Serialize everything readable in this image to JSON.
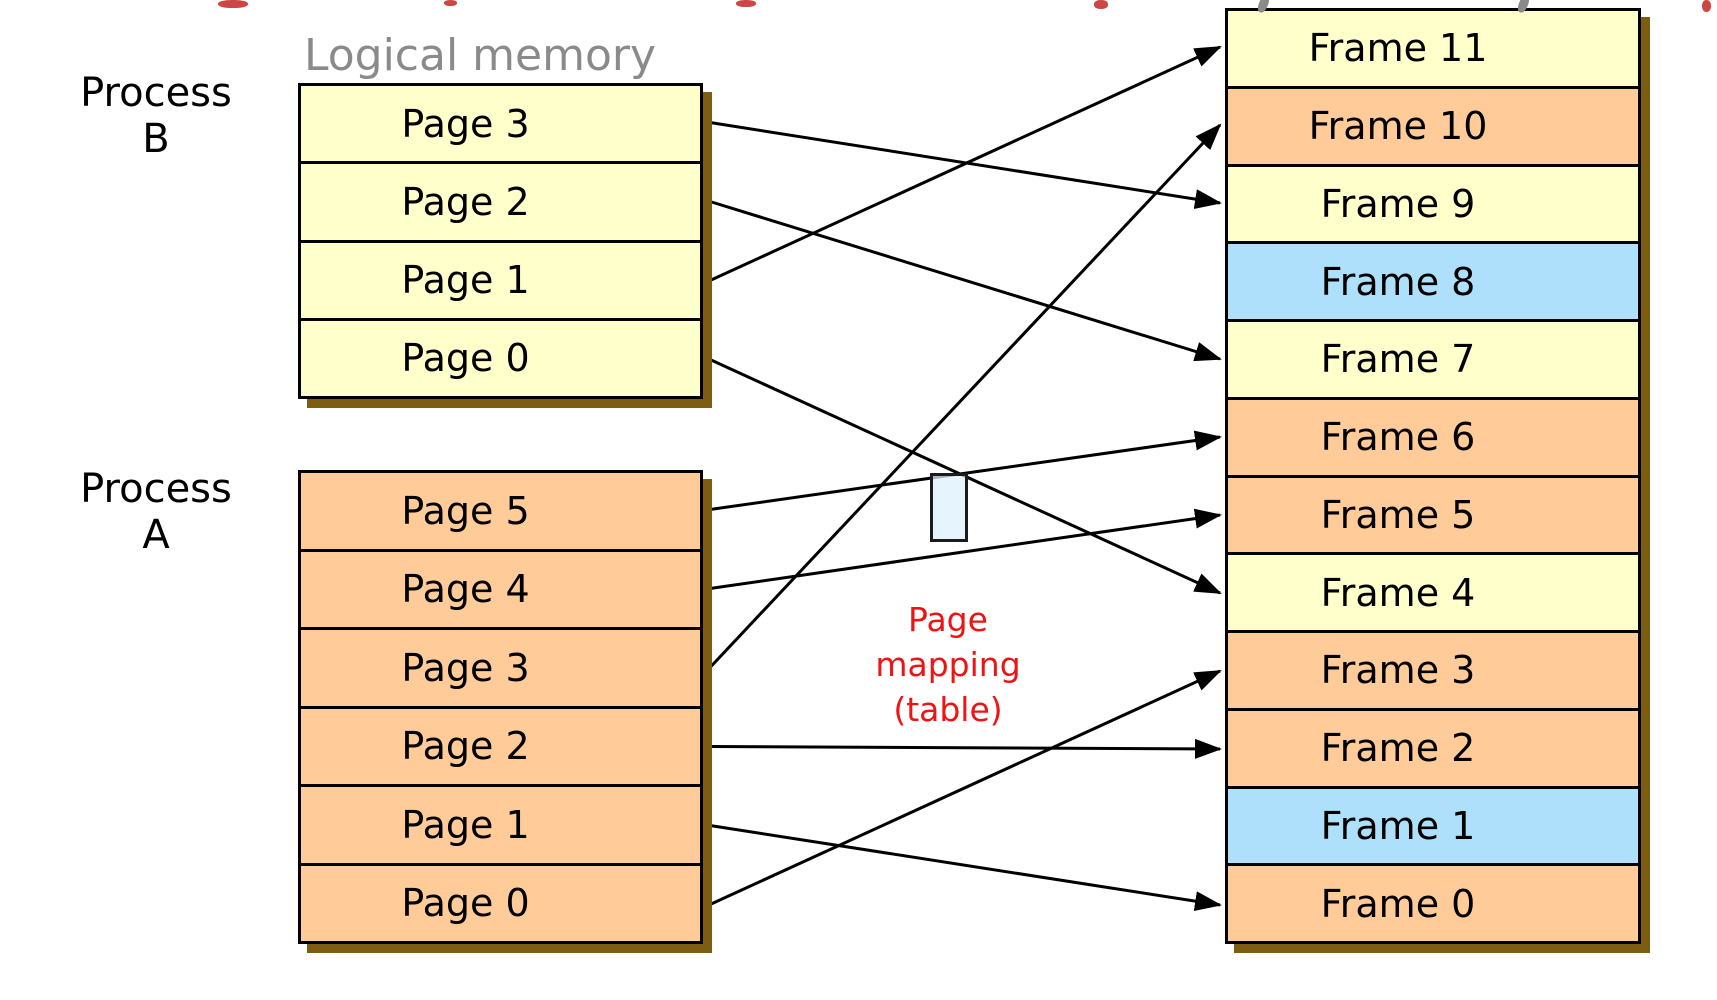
{
  "labels": {
    "logical_memory": "Logical memory",
    "page_mapping": [
      "Page",
      "mapping",
      "(table)"
    ]
  },
  "process_b": {
    "label_lines": [
      "Process",
      "B"
    ],
    "pages": [
      {
        "label": "Page 3"
      },
      {
        "label": "Page 2"
      },
      {
        "label": "Page 1"
      },
      {
        "label": "Page 0"
      }
    ]
  },
  "process_a": {
    "label_lines": [
      "Process",
      "A"
    ],
    "pages": [
      {
        "label": "Page 5"
      },
      {
        "label": "Page 4"
      },
      {
        "label": "Page 3"
      },
      {
        "label": "Page 2"
      },
      {
        "label": "Page 1"
      },
      {
        "label": "Page 0"
      }
    ]
  },
  "physical_memory": {
    "frames": [
      {
        "label": "Frame 11",
        "color": "#FFFFCC"
      },
      {
        "label": "Frame 10",
        "color": "#FFCC99"
      },
      {
        "label": "Frame 9",
        "color": "#FFFFCC"
      },
      {
        "label": "Frame 8",
        "color": "#AEE0FB"
      },
      {
        "label": "Frame 7",
        "color": "#FFFFCC"
      },
      {
        "label": "Frame 6",
        "color": "#FFCC99"
      },
      {
        "label": "Frame 5",
        "color": "#FFCC99"
      },
      {
        "label": "Frame 4",
        "color": "#FFFFCC"
      },
      {
        "label": "Frame 3",
        "color": "#FFCC99"
      },
      {
        "label": "Frame 2",
        "color": "#FFCC99"
      },
      {
        "label": "Frame 1",
        "color": "#AEE0FB"
      },
      {
        "label": "Frame 0",
        "color": "#FFCC99"
      }
    ]
  },
  "mappings": [
    {
      "process": "B",
      "page": 3,
      "frame": 9
    },
    {
      "process": "B",
      "page": 2,
      "frame": 7
    },
    {
      "process": "B",
      "page": 1,
      "frame": 11
    },
    {
      "process": "B",
      "page": 0,
      "frame": 4
    },
    {
      "process": "A",
      "page": 5,
      "frame": 6
    },
    {
      "process": "A",
      "page": 4,
      "frame": 5
    },
    {
      "process": "A",
      "page": 3,
      "frame": 10
    },
    {
      "process": "A",
      "page": 2,
      "frame": 2
    },
    {
      "process": "A",
      "page": 1,
      "frame": 0
    },
    {
      "process": "A",
      "page": 0,
      "frame": 3
    }
  ],
  "colors": {
    "process_b_fill": "#FFFFCC",
    "process_a_fill": "#FFCC99",
    "free_frame_fill": "#AEE0FB",
    "box_shadow": "#7D5D11",
    "annotation_red": "#EE1414",
    "muted_gray": "#8A8A8A",
    "arrow": "#000000"
  }
}
